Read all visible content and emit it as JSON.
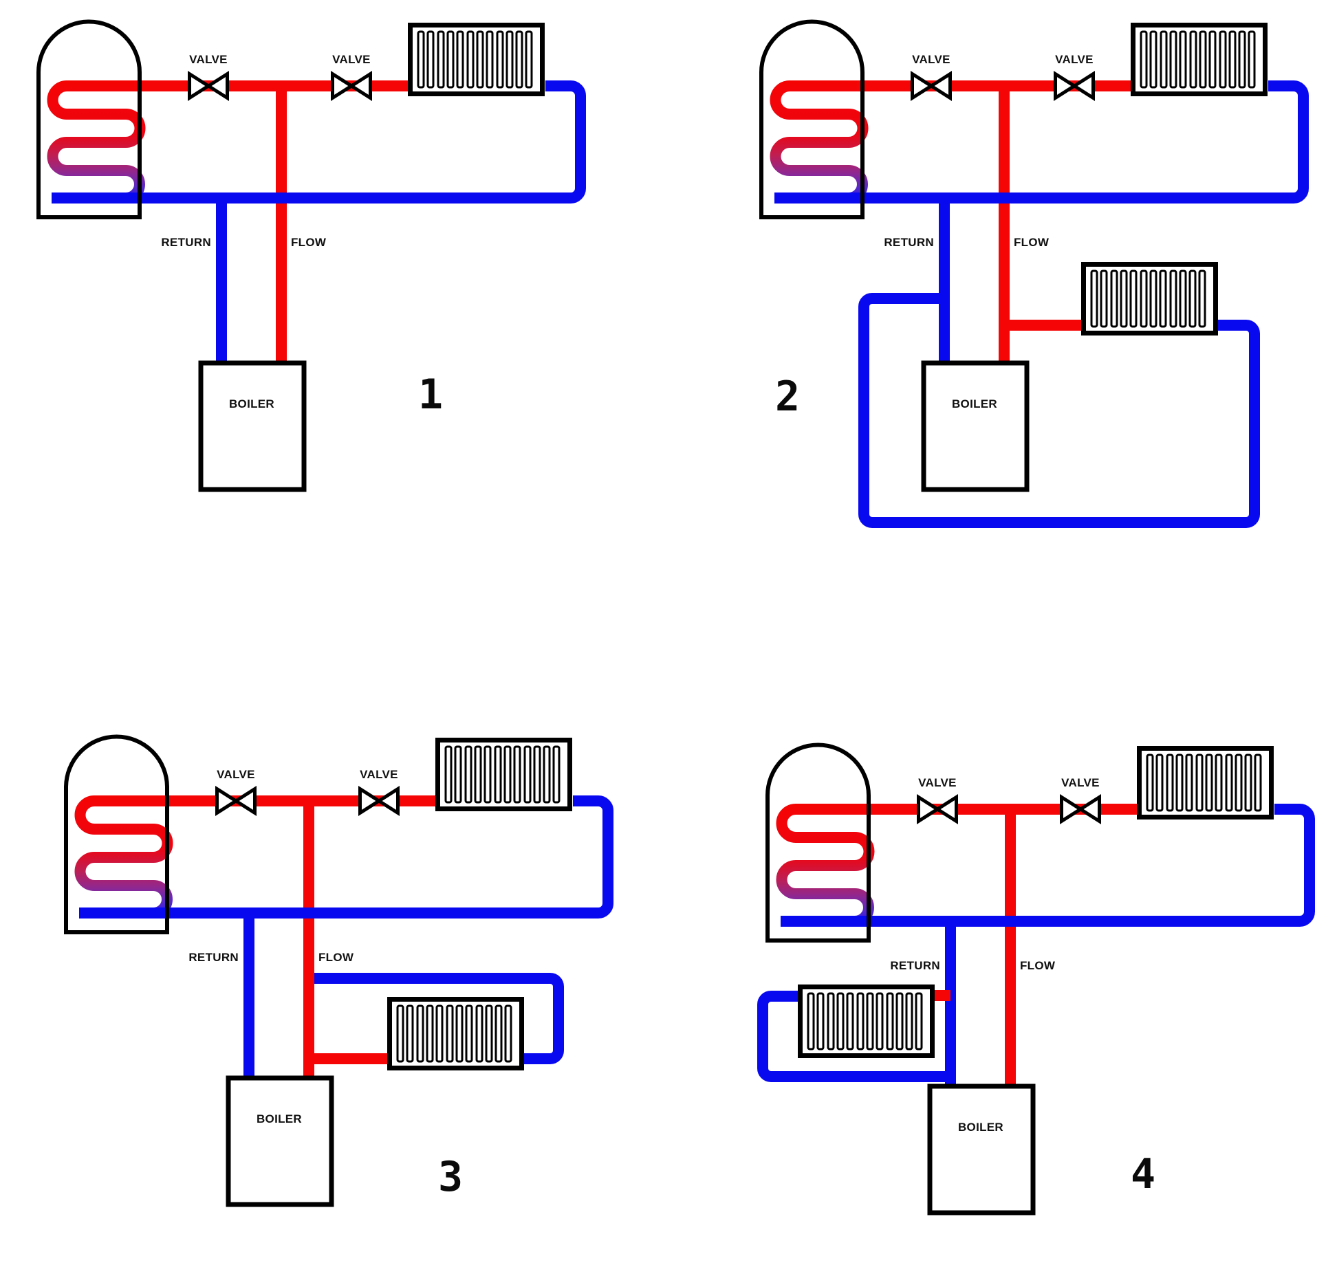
{
  "labels": {
    "valve": "VALVE",
    "return": "RETURN",
    "flow": "FLOW",
    "boiler": "BOILER"
  },
  "diagrams": [
    {
      "number": "1"
    },
    {
      "number": "2"
    },
    {
      "number": "3"
    },
    {
      "number": "4"
    }
  ],
  "colors": {
    "pipe_red": "#f50505",
    "pipe_blue": "#0909f0",
    "coil_red_top": "#f50404",
    "coil_purple_mid": "#93278c",
    "coil_blue_end": "#1414f0",
    "line_black": "#000000"
  }
}
